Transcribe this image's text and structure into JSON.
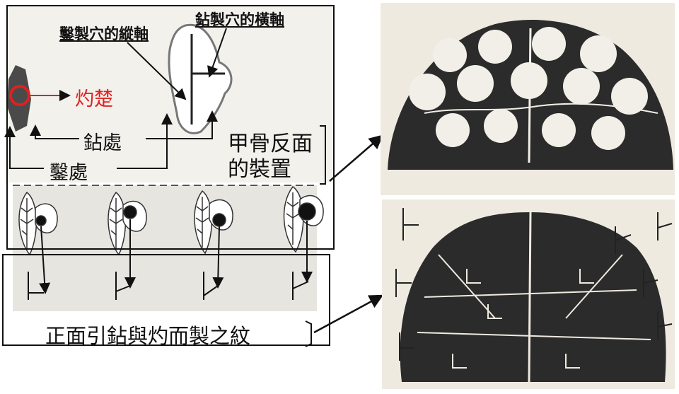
{
  "labels": {
    "chisel_axis": "鑿製穴的縱軸",
    "drill_axis": "鉆製穴的橫軸",
    "burn": "灼楚",
    "drill_place": "鉆處",
    "chisel_place": "鑿處",
    "back_line1": "甲骨反面",
    "back_line2": "的裝置",
    "front_caption": "正面引鉆與灼而製之紋"
  },
  "colors": {
    "burn_mark": "#e02020",
    "ink": "#111111",
    "rubbing_dark": "#2b2b2b",
    "paper": "#efeae0"
  }
}
